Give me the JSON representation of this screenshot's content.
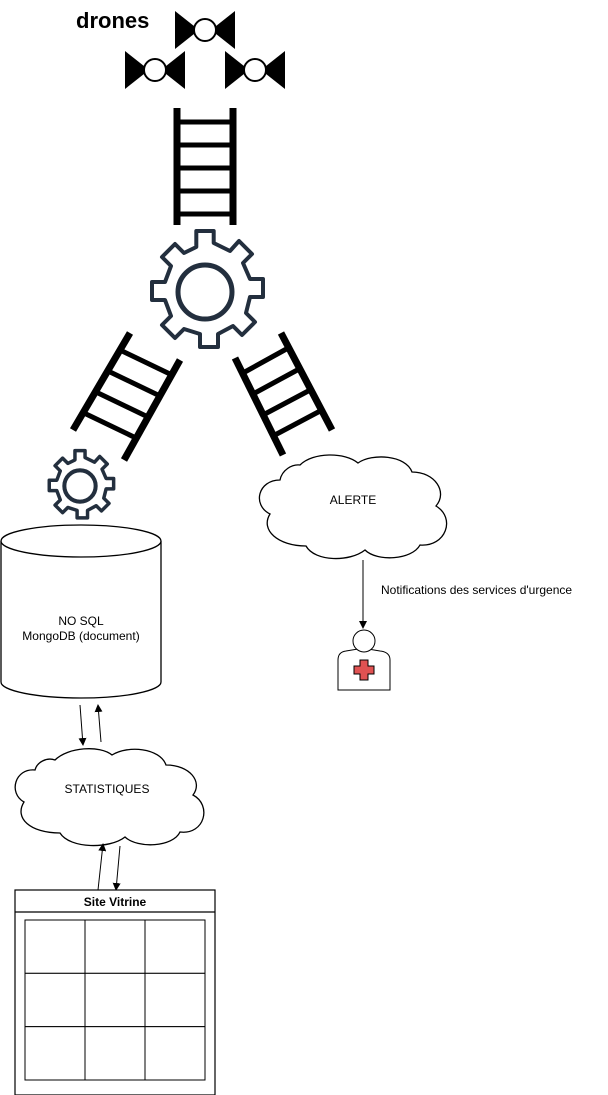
{
  "title": "drones",
  "database": {
    "line1": "NO SQL",
    "line2": "MongoDB (document)"
  },
  "alert_cloud": "ALERTE",
  "stats_cloud": "STATISTIQUES",
  "notification_label": "Notifications des services d'urgence",
  "site": {
    "title": "Site Vitrine",
    "grid_rows": 3,
    "grid_cols": 3
  },
  "colors": {
    "line": "#000000",
    "gear": "#232f3e",
    "medical_cross": "#e05252"
  },
  "icons": [
    "drone-icon",
    "gear-icon",
    "ladder-icon",
    "cloud-icon",
    "database-icon",
    "medic-user-icon",
    "grid-icon"
  ]
}
